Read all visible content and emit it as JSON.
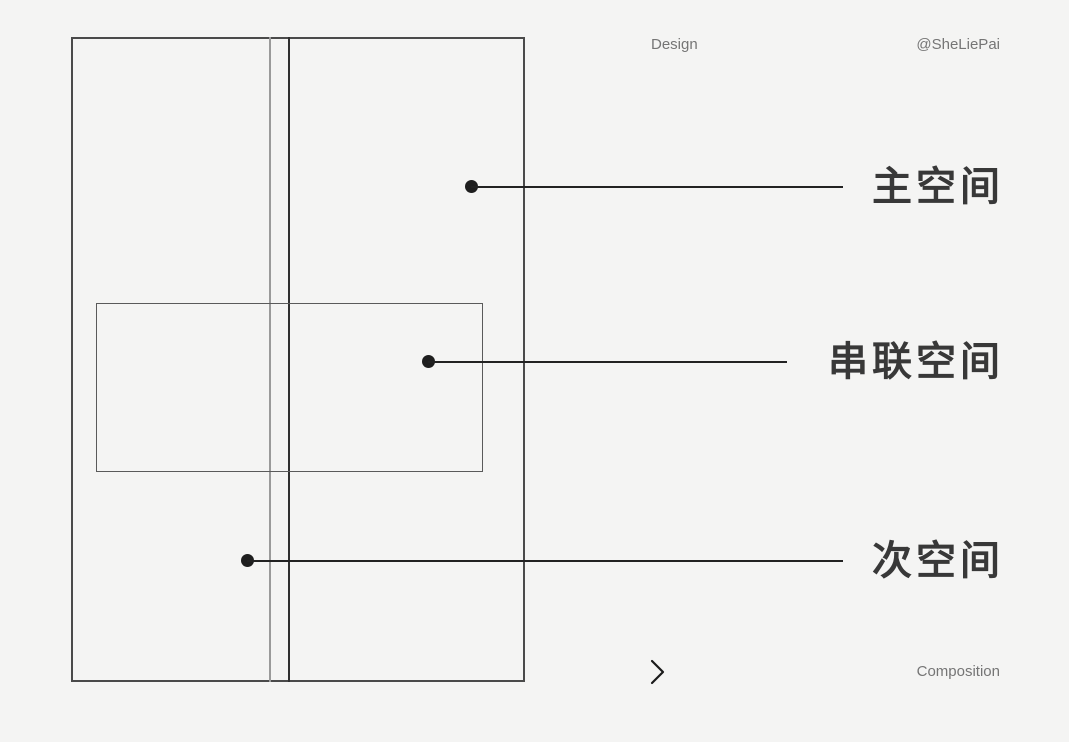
{
  "header": {
    "category_label": "Design",
    "author_handle": "@SheLiePai"
  },
  "footer": {
    "caption": "Composition",
    "next_icon": "chevron-right"
  },
  "diagram": {
    "description_implied": "composition of spaces",
    "annotations": [
      {
        "label": "主空间"
      },
      {
        "label": "串联空间"
      },
      {
        "label": "次空间"
      }
    ]
  },
  "colors": {
    "background": "#f4f4f3",
    "outline_dark": "#4a4a4a",
    "outline_gray": "#9a9a9a",
    "inner_outline": "#5a5a5a",
    "callout": "#222222",
    "label_text": "#383838",
    "meta_text": "#757575"
  }
}
